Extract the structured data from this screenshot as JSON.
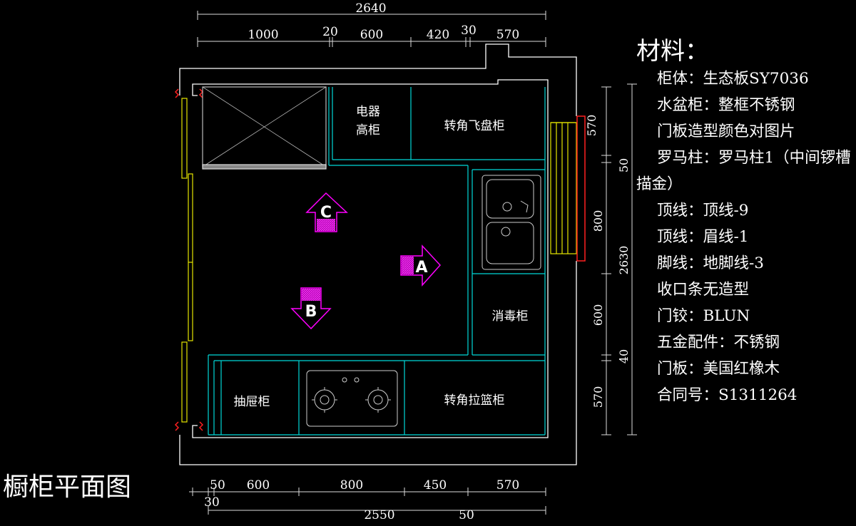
{
  "plan_title": "橱柜平面图",
  "materials": {
    "title": "材料：",
    "lines": [
      "柜体：生态板SY7036",
      "水盆柜：整框不锈钢",
      "门板造型颜色对图片",
      "罗马柱：罗马柱1（中间锣槽描金）",
      "顶线：顶线-9",
      "顶线：眉线-1",
      "脚线：地脚线-3",
      "收口条无造型",
      "门铰：BLUN",
      "五金配件：不锈钢",
      "门板：美国红橡木",
      "合同号：S1311264"
    ]
  },
  "dimensions": {
    "top_total": "2640",
    "top_segments": [
      "1000",
      "20",
      "600",
      "420",
      "30",
      "570"
    ],
    "right_segments": [
      "570",
      "50",
      "800",
      "600",
      "40",
      "570"
    ],
    "right_total": "2630",
    "bottom_segments": [
      "50",
      "600",
      "800",
      "450",
      "570"
    ],
    "bottom_extra": "30",
    "bottom_total": "2550",
    "bottom_extra2": "50"
  },
  "cabinets": {
    "appliance_tall": [
      "电器",
      "高柜"
    ],
    "corner_flyer": "转角飞盘柜",
    "disinfection": "消毒柜",
    "drawer": "抽屉柜",
    "corner_basket": "转角拉篮柜"
  },
  "view_markers": [
    "A",
    "B",
    "C"
  ],
  "colors": {
    "background": "#000000",
    "wall": "#ffffff",
    "cabinet": "#00d8d8",
    "dimension": "#e6e6e6",
    "marker": "#ff00ff",
    "window": "#ffff00",
    "accent_red": "#ff2020"
  }
}
